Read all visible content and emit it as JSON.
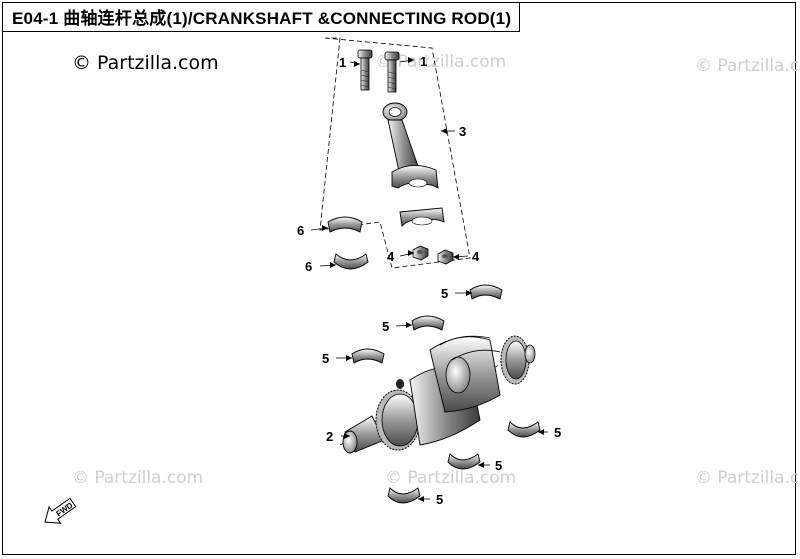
{
  "title": "E04-1 曲轴连杆总成(1)/CRANKSHAFT &CONNECTING ROD(1)",
  "copyright": "© Partzilla.com",
  "watermarks": [
    "© Partzilla.com",
    "© Partzilla.com",
    "© Partzilla.com",
    "© Partzilla.com",
    "© Partzilla.com"
  ],
  "callouts": {
    "c1a": "1",
    "c1b": "1",
    "c3": "3",
    "c6a": "6",
    "c6b": "6",
    "c4a": "4",
    "c4b": "4",
    "c5a": "5",
    "c5b": "5",
    "c5c": "5",
    "c5d": "5",
    "c5e": "5",
    "c5f": "5",
    "c2": "2"
  },
  "fwd_label": "FWD"
}
